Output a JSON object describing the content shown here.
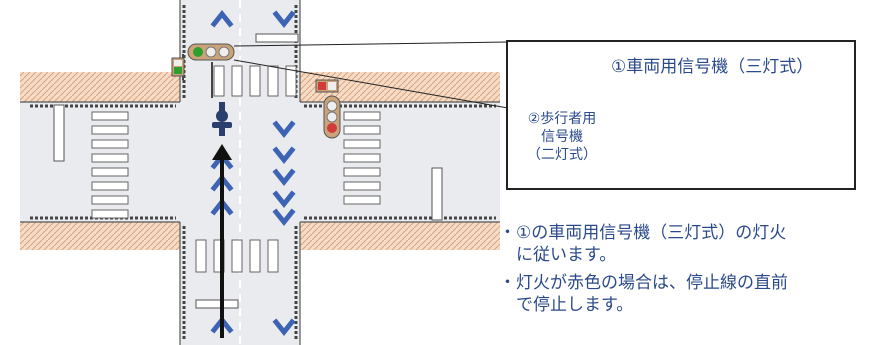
{
  "inset": {
    "vehicle_signal_label": "①車両用信号機（三灯式）",
    "pedestrian_signal_label_line1": "②歩行者用",
    "pedestrian_signal_label_line2": "信号機",
    "pedestrian_signal_label_line3": "（二灯式）"
  },
  "notes": [
    {
      "line1": "・①の車両用信号機（三灯式）の灯火",
      "line2": "　に従います。"
    },
    {
      "line1": "・灯火が赤色の場合は、停止線の直前",
      "line2": "　で停止します。"
    }
  ],
  "colors": {
    "road": "#e9ebee",
    "sidewalk": "#f4d9c2",
    "lane_arrow": "#3d63b5",
    "text": "#2b4a8a",
    "signal_green": "#2e9e2e",
    "signal_red": "#d23b3b",
    "signal_body": "#caa478"
  },
  "icons": {
    "bicycle": "bicycle-icon",
    "direction_arrow": "up-arrow-icon",
    "pedestrian_walk": "walking-person-icon"
  }
}
